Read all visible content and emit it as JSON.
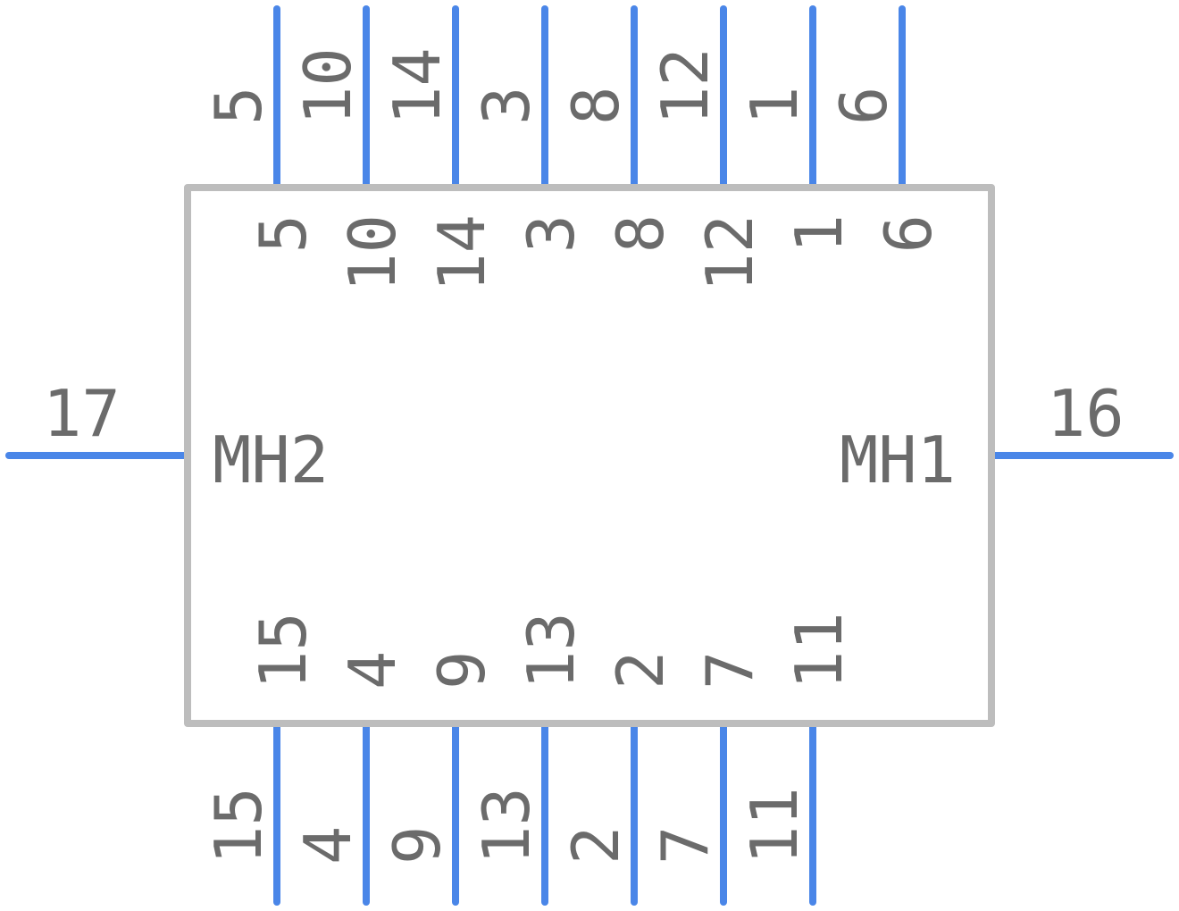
{
  "component": {
    "body_color": "#bdbdbd",
    "pin_color": "#4a86e8",
    "text_color": "#6b6b6b",
    "labels": {
      "left": "MH2",
      "right": "MH1"
    },
    "pins": {
      "top": [
        "5",
        "10",
        "14",
        "3",
        "8",
        "12",
        "1",
        "6"
      ],
      "bottom": [
        "15",
        "4",
        "9",
        "13",
        "2",
        "7",
        "11"
      ],
      "left": "17",
      "right": "16"
    }
  }
}
